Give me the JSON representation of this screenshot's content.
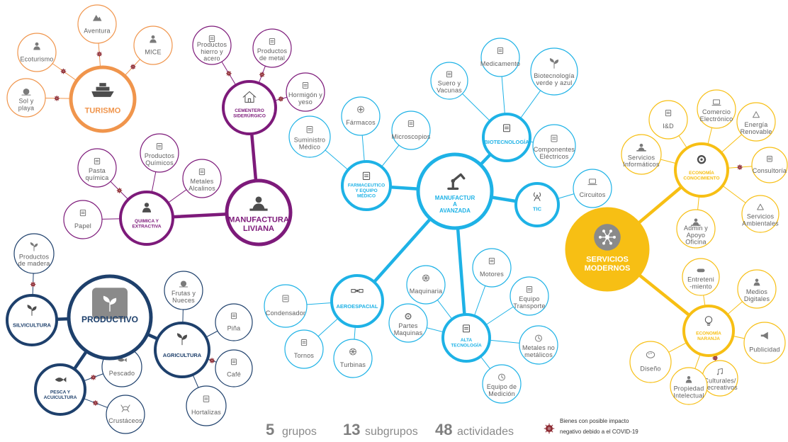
{
  "groups": [
    {
      "title": "TURISMO",
      "color": "#f0954c",
      "hub_icon": "cruise-ship-icon",
      "subgroups": [],
      "activities": [
        {
          "label": "Ecoturismo",
          "icon": "mountain-people-icon",
          "covid": true
        },
        {
          "label": "Aventura",
          "icon": "mountain-icon",
          "covid": true
        },
        {
          "label": "MICE",
          "icon": "globe-person-icon",
          "covid": true
        },
        {
          "label": "Sol y\nplaya",
          "icon": "beach-icon",
          "covid": true
        }
      ]
    },
    {
      "title": "MANUFACTURA\nLIVIANA",
      "color": "#7d1a7a",
      "hub_icon": "assembly-worker-icon",
      "subgroups": [
        {
          "title": "CEMENTERO\nSIDERÚRGICO",
          "icon": "house-icon",
          "activities": [
            {
              "label": "Productos\nhierro y\nacero",
              "icon": "steel-beam-icon",
              "covid": true
            },
            {
              "label": "Productos\nde metal",
              "icon": "tools-icon",
              "covid": true
            },
            {
              "label": "Hormigón y\nyeso",
              "icon": "layers-icon",
              "covid": true
            }
          ]
        },
        {
          "title": "QUIMICA Y\nEXTRACTIVA",
          "icon": "chemist-icon",
          "activities": [
            {
              "label": "Pasta\nquímica",
              "icon": "test-tubes-icon",
              "covid": true
            },
            {
              "label": "Productos\nQuímicos",
              "icon": "chemical-bottles-icon",
              "covid": false
            },
            {
              "label": "Metales\nAlcalinos",
              "icon": "battery-icon",
              "covid": false
            },
            {
              "label": "Papel",
              "icon": "paper-icon",
              "covid": false
            }
          ]
        }
      ]
    },
    {
      "title": "MANUFACTUR\nA\nAVANZADA",
      "color": "#1eb2e6",
      "hub_icon": "robot-arm-icon",
      "subgroups": [
        {
          "title": "FARMACEUTICO\nY EQUIPO\nMÉDICO",
          "icon": "stethoscope-icon",
          "activities": [
            {
              "label": "Suministro\nMédico",
              "icon": "syringe-icon"
            },
            {
              "label": "Fármacos",
              "icon": "medical-cross-icon"
            },
            {
              "label": "Microscopios",
              "icon": "microscope-icon"
            }
          ]
        },
        {
          "title": "BIOTECNOLOGÍA",
          "icon": "biotech-lab-icon",
          "activities": [
            {
              "label": "Suero y\nVacunas",
              "icon": "iv-bag-icon"
            },
            {
              "label": "Medicamento",
              "icon": "medicine-bottle-icon"
            },
            {
              "label": "Biotecnología\nverde y azul",
              "icon": "gears-leaf-icon"
            },
            {
              "label": "Componentes\nEléctricos",
              "icon": "plug-icon"
            }
          ]
        },
        {
          "title": "TIC",
          "icon": "antenna-icon",
          "activities": [
            {
              "label": "Circuitos",
              "icon": "chip-icon"
            }
          ]
        },
        {
          "title": "AEROESPACIAL",
          "icon": "satellite-icon",
          "activities": [
            {
              "label": "Condensador",
              "icon": "capacitor-icon"
            },
            {
              "label": "Tornos",
              "icon": "lathe-icon"
            },
            {
              "label": "Turbinas",
              "icon": "turbine-icon"
            }
          ]
        },
        {
          "title": "ALTA\nTECNOLOGÍA",
          "icon": "robot-icon",
          "activities": [
            {
              "label": "Maquinaria",
              "icon": "saw-blade-icon"
            },
            {
              "label": "Partes\nMaquinas",
              "icon": "gears-icon"
            },
            {
              "label": "Motores",
              "icon": "motor-icon"
            },
            {
              "label": "Equipo\nTransporte",
              "icon": "train-icon"
            },
            {
              "label": "Metales no\nmetálicos",
              "icon": "watch-icon"
            },
            {
              "label": "Equipo de\nMedición",
              "icon": "clock-icon"
            }
          ]
        }
      ]
    },
    {
      "title": "SERVICIOS\nMODERNOS",
      "color": "#f7bf14",
      "hub_icon": "network-icon",
      "subgroups": [
        {
          "title": "ECONOMÍA\nCONOCIMIENTO",
          "icon": "brain-gears-icon",
          "activities": [
            {
              "label": "I&D",
              "icon": "books-icon"
            },
            {
              "label": "Comercio\nElectrónico",
              "icon": "laptop-icon"
            },
            {
              "label": "Energía\nRenovable",
              "icon": "recycle-icon"
            },
            {
              "label": "Consultoría",
              "icon": "presentation-icon",
              "covid": true
            },
            {
              "label": "Servicios\nAmbientales",
              "icon": "recycle-icon"
            },
            {
              "label": "Admin y\nApoyo\nOficina",
              "icon": "office-worker-icon"
            },
            {
              "label": "Servicios\nInformáticos",
              "icon": "computer-user-icon"
            }
          ]
        },
        {
          "title": "ECONOMÍA\nNARANJA",
          "icon": "lightbulb-icon",
          "activities": [
            {
              "label": "Entreteni\n-miento",
              "icon": "gamepad-icon"
            },
            {
              "label": "Medios\nDigitales",
              "icon": "people-network-icon"
            },
            {
              "label": "Publicidad",
              "icon": "megaphone-icon"
            },
            {
              "label": "Culturales/\nRecreativos",
              "icon": "music-notes-icon",
              "covid": true
            },
            {
              "label": "Propiedad\nIntelectual",
              "icon": "people-icon"
            },
            {
              "label": "Diseño",
              "icon": "palette-icon"
            }
          ]
        }
      ]
    },
    {
      "title": "PRODUCTIVO",
      "color": "#1e406c",
      "hub_icon": "plant-hand-icon",
      "subgroups": [
        {
          "title": "SILVICULTURA",
          "icon": "tree-icon",
          "activities": [
            {
              "label": "Productos\nde madera",
              "icon": "trees-icon",
              "covid": true
            }
          ]
        },
        {
          "title": "AGRICULTURA",
          "icon": "sprout-icon",
          "activities": [
            {
              "label": "Frutas y\nNueces",
              "icon": "coconut-icon"
            },
            {
              "label": "Piña",
              "icon": "pineapple-icon"
            },
            {
              "label": "Café",
              "icon": "coffee-bean-icon",
              "covid": true
            },
            {
              "label": "Hortalizas",
              "icon": "potato-icon"
            }
          ]
        },
        {
          "title": "PESCA  Y\nACUICULTURA",
          "icon": "fish-icon",
          "activities": [
            {
              "label": "Pescado",
              "icon": "fish-icon",
              "covid": true
            },
            {
              "label": "Crustáceos",
              "icon": "crab-icon",
              "covid": true
            }
          ]
        }
      ]
    }
  ],
  "summary": {
    "groups_count": "5",
    "groups_word": "grupos",
    "subgroups_count": "13",
    "subgroups_word": "subgrupos",
    "activities_count": "48",
    "activities_word": "actividades"
  },
  "legend": {
    "line1": "Bienes con posible  impacto",
    "line2": "negativo debido a el COVID-19",
    "marker_color": "#8e2b33"
  },
  "colors": {
    "activity_icon": "#7a7a7a",
    "hub_icon": "#4d4d4d"
  }
}
